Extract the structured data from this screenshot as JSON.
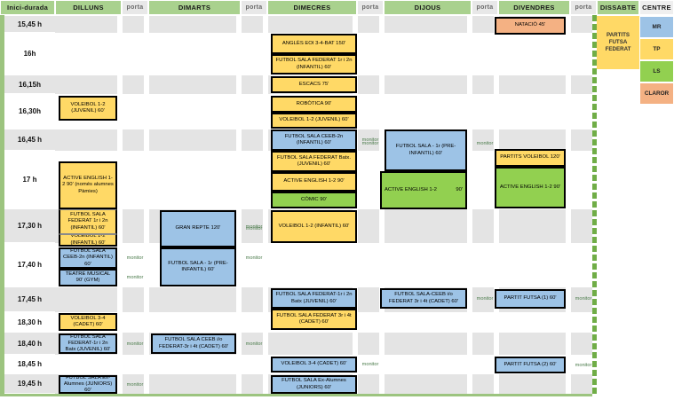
{
  "header": {
    "time_col": "Inici-durada",
    "days": [
      "DILLUNS",
      "DIMARTS",
      "DIMECRES",
      "DIJOUS",
      "DIVENDRES"
    ],
    "porta": "porta",
    "saturday": "DISSABTE",
    "centre": "CENTRE"
  },
  "times": [
    "15,45 h",
    "16h",
    "16,15h",
    "16,30h",
    "16,45 h",
    "17  h",
    "17,30 h",
    "17,40 h",
    "17,45 h",
    "18,30 h",
    "18,40 h",
    "18,45 h",
    "19,45 h"
  ],
  "monitor_label": "monitor",
  "saturday_block": "PARTITS FUTSA FEDERAT",
  "legend": [
    {
      "code": "MR",
      "color": "#9DC3E6"
    },
    {
      "code": "TP",
      "color": "#FFD966"
    },
    {
      "code": "LS",
      "color": "#92D050"
    },
    {
      "code": "CLAROR",
      "color": "#F4B183"
    }
  ],
  "colors": {
    "header_green": "#A9D18E",
    "band_grey": "#E4E4E4",
    "porta_grey": "#E8E8E8",
    "tp": "#FFD966",
    "mr": "#9DC3E6",
    "ls": "#92D050",
    "claror": "#F4B183",
    "rail": "#70AD47"
  },
  "activities": {
    "dilluns": [
      "VOLEIBOL 1-2 (JUVENIL) 60'",
      "ACTIVE ENGLISH 1-2 90' (només alumnes Pàmies)",
      "FUTBOL SALA FEDERAT 1r i 2n (INFANTIL) 60'",
      "VOLEIBOL 1-2 (INFANTIL) 60'",
      "FUTBOL SALA CEEB-2n (INFANTIL) 60'",
      "TEATRE MUSICAL 90' (GYM)",
      "VOLEIBOL 3-4 (CADET) 60'",
      "FUTBOL SALA FEDERAT-1r i 2n Batx (JUVENIL) 60'",
      "FUTBOL SALA Ex-Alumnes (JUNIORS) 60'"
    ],
    "dimarts": [
      "GRAN REPTE 120'",
      "FUTBOL SALA - 1r (PRE-INFANTIL) 60'",
      "FUTBOL SALA CEEB i/o FEDERAT-3r i 4t (CADET) 60'"
    ],
    "dimecres": [
      "ANGLÈS EOI 3-4-BAT 150'",
      "FUTBOL SALA FEDERAT 1r i 2n (INFANTIL) 60'",
      "ESCACS 75'",
      "ROBÒTICA 90'",
      "VOLEIBOL 1-2 (JUVENIL) 60'",
      "FUTBOL SALA CEEB-2n (INFANTIL) 60'",
      "FUTBOL SALA FEDERAT Batx. (JUVENIL) 60'",
      "ACTIVE ENGLISH 1-2 90'",
      "CÒMIC 90'",
      "VOLEIBOL 1-2 (INFANTIL) 60'",
      "FUTBOL SALA FEDERAT-1r i 2n Batx (JUVENIL) 60'",
      "FUTBOL SALA FEDERAT 3r i 4t (CADET) 60'",
      "VOLEIBOL 3-4 (CADET) 60'",
      "FUTBOL SALA Ex-Alumnes (JUNIORS) 60'"
    ],
    "dijous": [
      "FUTBOL SALA - 1r (PRE-INFANTIL) 60'",
      "ACTIVE ENGLISH 1-2",
      "90'",
      "FUTBOL SALA-CEEB i/o FEDERAT 3r i 4t (CADET) 60'"
    ],
    "divendres": [
      "NATACIÓ  45'",
      "PARTITS VOLEIBOL 120'",
      "ACTIVE ENGLISH 1-2 90'",
      "PARTIT FUTSA (1) 60'",
      "PARTIT FUTSA (2) 60'"
    ]
  }
}
